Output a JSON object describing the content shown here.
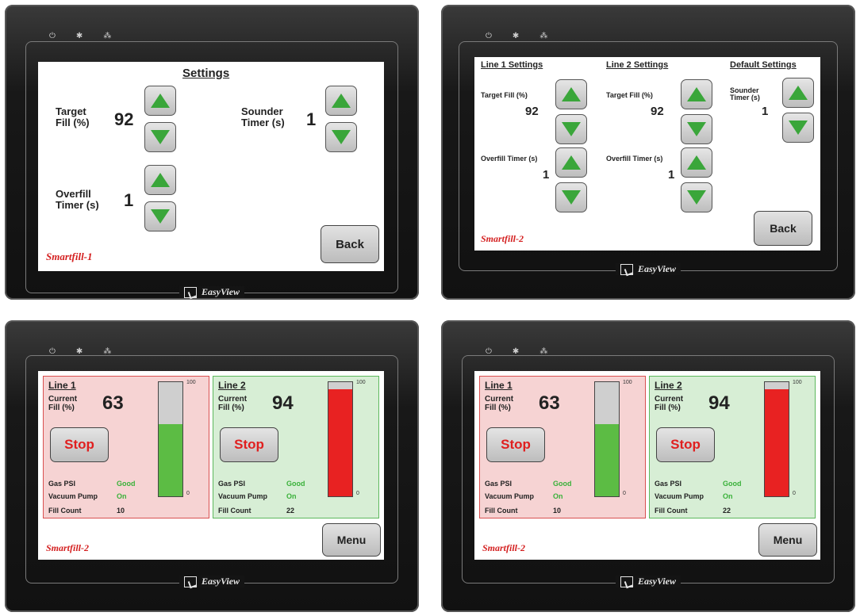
{
  "brand": "EasyView",
  "leds": [
    "⏻",
    "✱",
    "⁂"
  ],
  "colors": {
    "good": "#3ab13a",
    "fill_green": "#5cbc44",
    "fill_red": "#e82222",
    "danger": "#e01f1f"
  },
  "panel1": {
    "title": "Settings",
    "target_fill_label": "Target Fill (%)",
    "target_fill_value": "92",
    "sounder_timer_label": "Sounder Timer (s)",
    "sounder_timer_value": "1",
    "overfill_timer_label": "Overfill Timer (s)",
    "overfill_timer_value": "1",
    "back_label": "Back",
    "product": "Smartfill-1"
  },
  "panel2": {
    "line1_heading": "Line 1 Settings",
    "line2_heading": "Line 2 Settings",
    "default_heading": "Default Settings",
    "line1": {
      "target_fill_label": "Target Fill (%)",
      "target_fill_value": "92",
      "overfill_label": "Overfill Timer (s)",
      "overfill_value": "1"
    },
    "line2": {
      "target_fill_label": "Target Fill (%)",
      "target_fill_value": "92",
      "overfill_label": "Overfill Timer (s)",
      "overfill_value": "1"
    },
    "default": {
      "sounder_label": "Sounder Timer (s)",
      "sounder_value": "1"
    },
    "back_label": "Back",
    "product": "Smartfill-2"
  },
  "panel3": {
    "product": "Smartfill-2",
    "menu_label": "Menu",
    "lines": [
      {
        "title": "Line 1",
        "current_fill_label": "Current Fill (%)",
        "current_fill_value": "63",
        "fill_level": 0.63,
        "stop_label": "Stop",
        "gas_psi_label": "Gas PSI",
        "gas_psi_value": "Good",
        "vacuum_label": "Vacuum Pump",
        "vacuum_value": "On",
        "fill_count_label": "Fill Count",
        "fill_count_value": "10",
        "scale_max": "100",
        "scale_min": "0"
      },
      {
        "title": "Line 2",
        "current_fill_label": "Current Fill (%)",
        "current_fill_value": "94",
        "fill_level": 0.94,
        "stop_label": "Stop",
        "gas_psi_label": "Gas PSI",
        "gas_psi_value": "Good",
        "vacuum_label": "Vacuum Pump",
        "vacuum_value": "On",
        "fill_count_label": "Fill Count",
        "fill_count_value": "22",
        "scale_max": "100",
        "scale_min": "0"
      }
    ]
  },
  "panel4": {
    "product": "Smartfill-2",
    "menu_label": "Menu",
    "lines": [
      {
        "title": "Line 1",
        "current_fill_label": "Current Fill (%)",
        "current_fill_value": "63",
        "fill_level": 0.63,
        "stop_label": "Stop",
        "gas_psi_label": "Gas PSI",
        "gas_psi_value": "Good",
        "vacuum_label": "Vacuum Pump",
        "vacuum_value": "On",
        "fill_count_label": "Fill Count",
        "fill_count_value": "10",
        "scale_max": "100",
        "scale_min": "0"
      },
      {
        "title": "Line 2",
        "current_fill_label": "Current Fill (%)",
        "current_fill_value": "94",
        "fill_level": 0.94,
        "stop_label": "Stop",
        "gas_psi_label": "Gas PSI",
        "gas_psi_value": "Good",
        "vacuum_label": "Vacuum Pump",
        "vacuum_value": "On",
        "fill_count_label": "Fill Count",
        "fill_count_value": "22",
        "scale_max": "100",
        "scale_min": "0"
      }
    ]
  }
}
